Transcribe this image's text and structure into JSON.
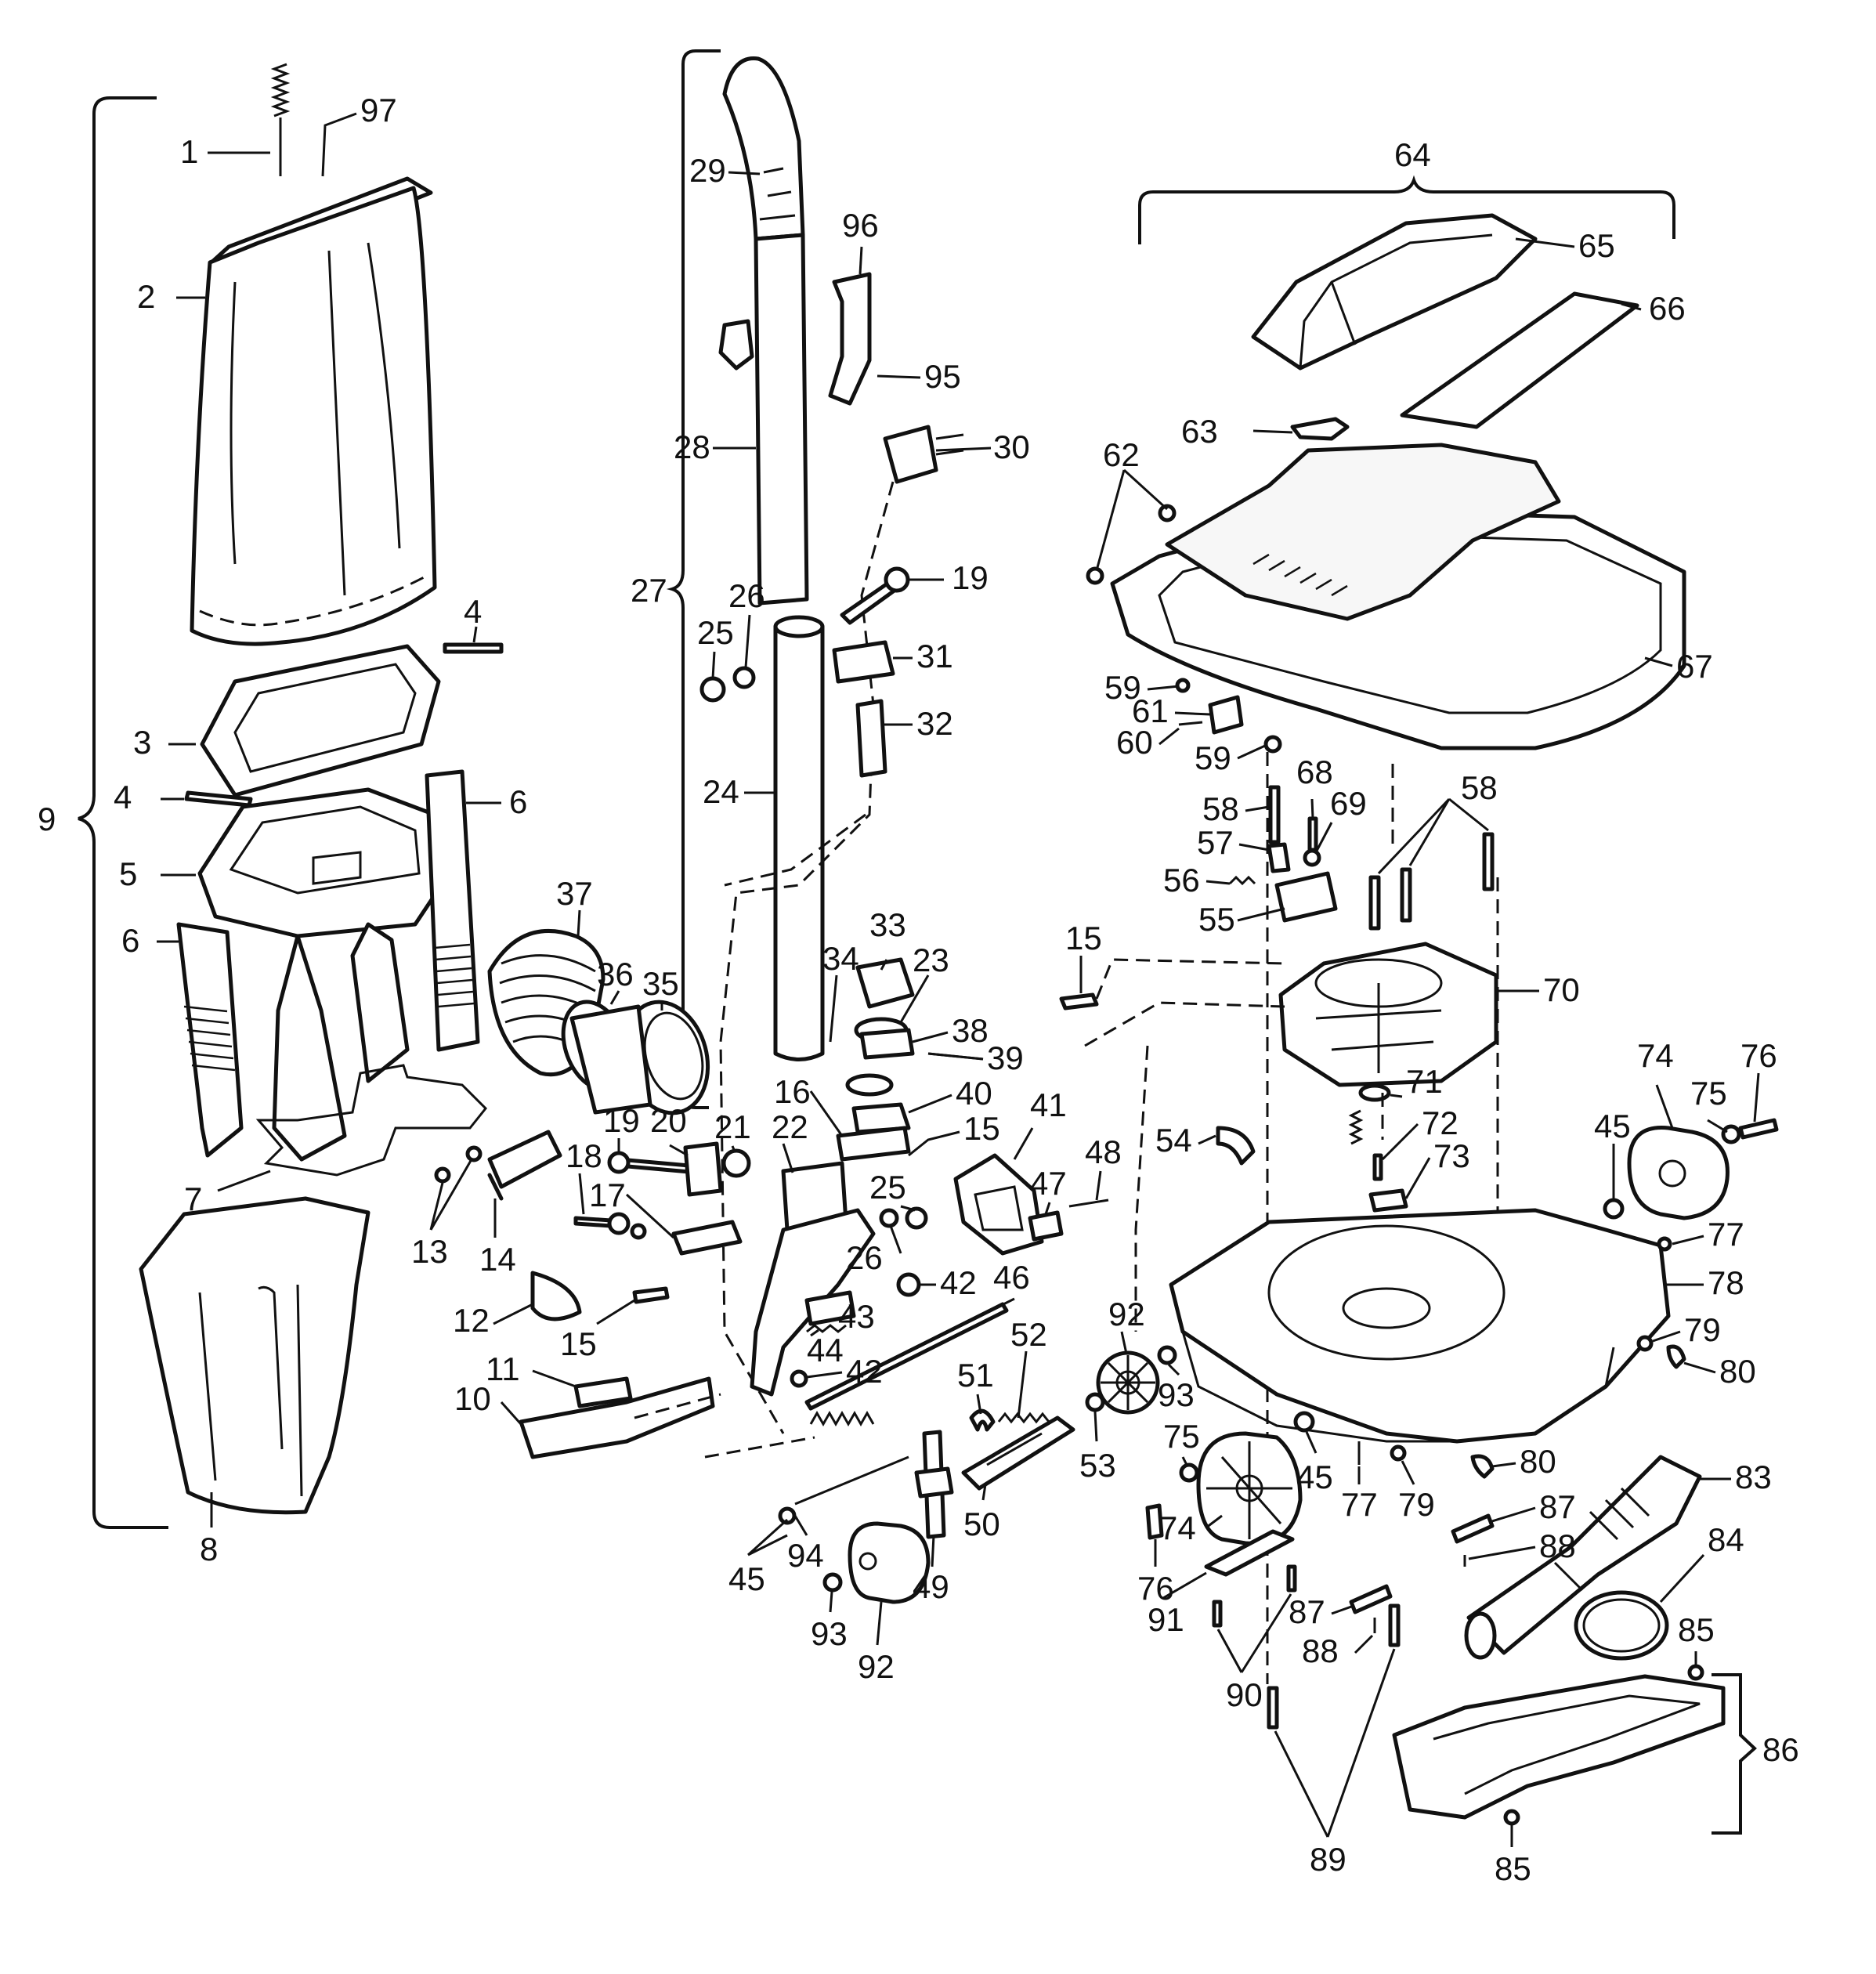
{
  "diagram": {
    "callouts": [
      "1",
      "2",
      "3",
      "4",
      "4",
      "5",
      "6",
      "6",
      "7",
      "8",
      "9",
      "10",
      "11",
      "12",
      "13",
      "14",
      "15",
      "15",
      "15",
      "16",
      "17",
      "18",
      "19",
      "19",
      "20",
      "21",
      "22",
      "23",
      "24",
      "25",
      "25",
      "26",
      "26",
      "27",
      "28",
      "29",
      "30",
      "31",
      "32",
      "33",
      "34",
      "35",
      "36",
      "37",
      "38",
      "39",
      "40",
      "41",
      "42",
      "42",
      "43",
      "44",
      "45",
      "45",
      "45",
      "46",
      "47",
      "48",
      "49",
      "50",
      "51",
      "52",
      "53",
      "54",
      "55",
      "56",
      "57",
      "58",
      "58",
      "59",
      "59",
      "60",
      "61",
      "62",
      "63",
      "64",
      "65",
      "66",
      "67",
      "68",
      "69",
      "70",
      "71",
      "72",
      "73",
      "74",
      "74",
      "75",
      "75",
      "76",
      "76",
      "77",
      "77",
      "78",
      "79",
      "79",
      "80",
      "80",
      "83",
      "84",
      "85",
      "85",
      "86",
      "87",
      "87",
      "88",
      "88",
      "89",
      "90",
      "91",
      "92",
      "92",
      "93",
      "93",
      "94",
      "95",
      "96",
      "97"
    ]
  }
}
